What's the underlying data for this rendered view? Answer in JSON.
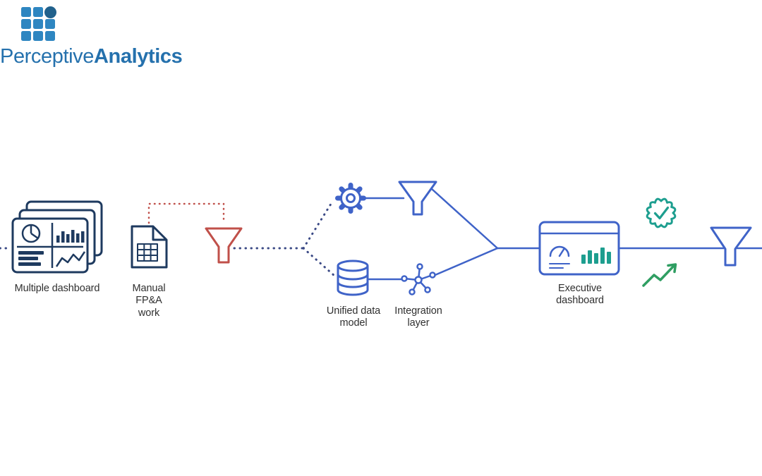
{
  "logo": {
    "brand_light": "Perceptive",
    "brand_bold": "Analytics"
  },
  "labels": {
    "multiple_dashboard": "Multiple dashboard",
    "manual_fpa": "Manual FP&A work",
    "unified_data_model": "Unified data model",
    "integration_layer": "Integration layer",
    "executive_dashboard": "Executive dashboard"
  },
  "colors": {
    "navy_icon": "#1e3a5f",
    "blue_icon": "#3f63c8",
    "red_accent": "#c0504a",
    "teal_accent": "#1d9e8f",
    "green_accent": "#2f9e62",
    "dotted_line": "#3b4a86",
    "logo_text_blue": "#2571ad",
    "logo_grid_blue": "#2e86c1",
    "logo_dot_blue": "#21618c",
    "background": "#ffffff"
  },
  "icons": {
    "flow_sequence": [
      "multiple-dashboard-icon",
      "spreadsheet-doc-icon",
      "funnel-red-icon",
      "gear-icon",
      "funnel-blue-icon",
      "database-icon",
      "integration-network-icon",
      "executive-dashboard-icon",
      "check-badge-icon",
      "trend-up-icon",
      "funnel-output-icon"
    ]
  }
}
